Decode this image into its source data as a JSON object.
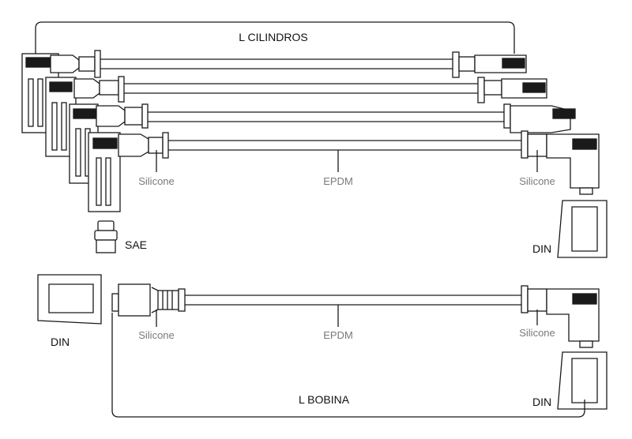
{
  "labels": {
    "l_cilindros": "L  CILINDROS",
    "l_bobina": "L  BOBINA",
    "silicone": "Silicone",
    "epdm": "EPDM",
    "sae": "SAE",
    "din": "DIN"
  },
  "colors": {
    "line": "#1a1a1a",
    "label_gray": "#7a7a7a",
    "label_dark": "#111111",
    "fill": "#ffffff",
    "boot_fill": "#d8d8d8"
  },
  "icons": {
    "sae": "sae-terminal-icon",
    "din": "din-terminal-icon",
    "straight_boot": "straight-boot-icon",
    "angled_boot": "angled-boot-icon"
  }
}
